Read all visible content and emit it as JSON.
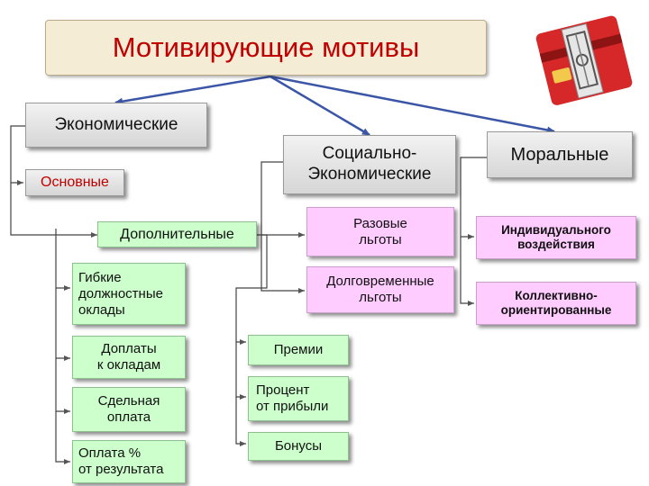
{
  "title": "Мотивирующие мотивы",
  "categories": {
    "economic": "Экономические",
    "social_economic": "Социально-\nЭкономические",
    "moral": "Моральные"
  },
  "economic": {
    "basic": "Основные",
    "additional": "Дополнительные",
    "basic_items": [
      "Гибкие\nдолжностные\nоклады",
      "Доплаты\nк окладам",
      "Сдельная\nоплата",
      "Оплата %\nот результата"
    ],
    "additional_items": [
      "Премии",
      "Процент\nот прибыли",
      "Бонусы"
    ]
  },
  "social": {
    "items": [
      "Разовые\nльготы",
      "Долговременные\nльготы"
    ]
  },
  "moral": {
    "items": [
      "Индивидуального\nвоздействия",
      "Коллективно-\nориентированные"
    ]
  },
  "colors": {
    "title_bg": "#f5ecd6",
    "green": "#ccffcc",
    "pink": "#ffccff",
    "arrow": "#3b56a6",
    "red_text": "#c00000"
  },
  "icon": "mousetrap-credit-card-icon"
}
